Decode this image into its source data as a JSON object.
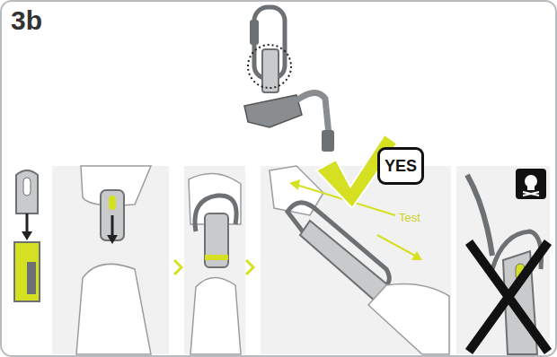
{
  "diagram": {
    "nodes": [
      {
        "text": [
          "YES"
        ]
      }
    ],
    "labels": [
      "3b",
      "Test"
    ]
  }
}
